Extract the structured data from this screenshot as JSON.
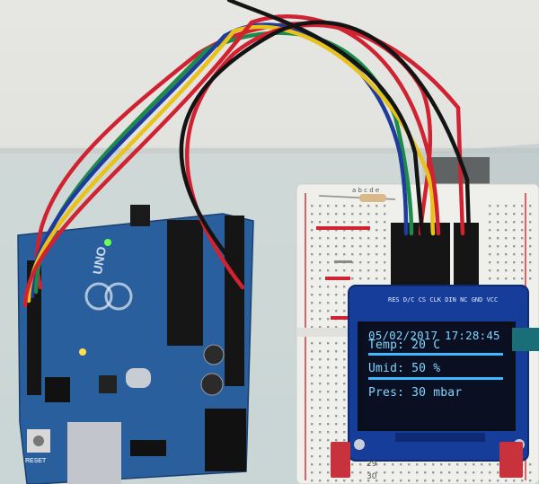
{
  "oled": {
    "datetime": "05/02/2017 17:28:45",
    "temp_label": "Temp: 20 C",
    "humid_label": "Umid: 50 %",
    "pres_label": "Pres: 30 mbar",
    "pins": "RES D/C CS CLK DIN NC GND VCC"
  },
  "arduino": {
    "brand": "UNO",
    "reset_label": "RESET"
  },
  "breadboard": {
    "top_letters": "a b c d e",
    "row_numbers": [
      "29",
      "30"
    ]
  },
  "colors": {
    "board_blue": "#2a5f9e",
    "oled_bg": "#0a1022",
    "oled_text": "#7fd6ff",
    "wire_red": "#d02230",
    "wire_yellow": "#e8c21a",
    "wire_blue": "#1f3c9c",
    "wire_green": "#1d8a4a",
    "wire_black": "#141414"
  }
}
